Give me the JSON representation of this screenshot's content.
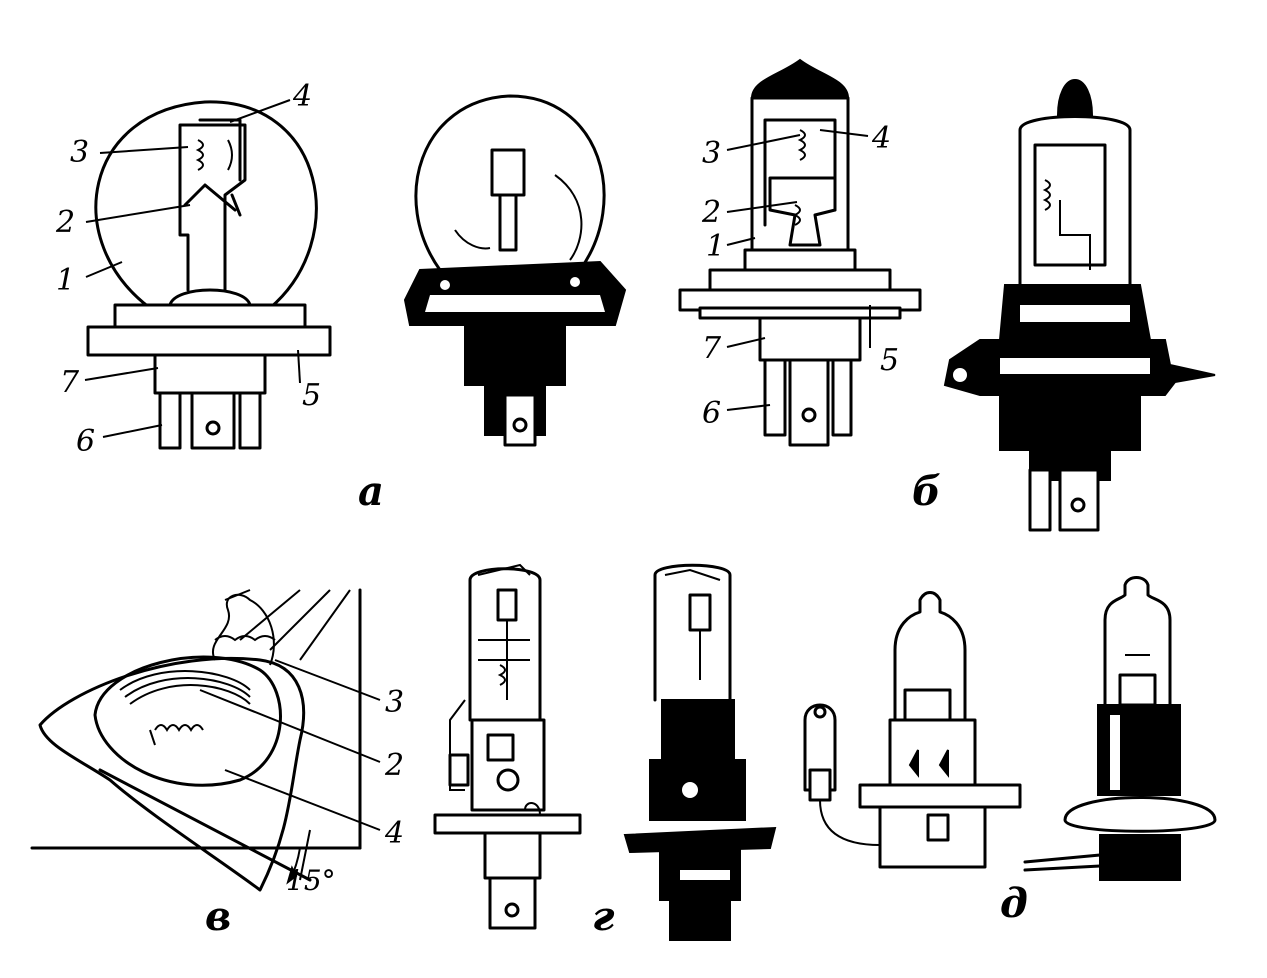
{
  "figure": {
    "subfigures": [
      {
        "id": "a",
        "caption": "а",
        "callouts": [
          "1",
          "2",
          "3",
          "4",
          "5",
          "6",
          "7"
        ]
      },
      {
        "id": "b",
        "caption": "б",
        "callouts": [
          "1",
          "2",
          "3",
          "4",
          "5",
          "6",
          "7"
        ]
      },
      {
        "id": "v",
        "caption": "в",
        "callouts": [
          "2",
          "3",
          "4"
        ],
        "angle": "15°"
      },
      {
        "id": "g",
        "caption": "г"
      },
      {
        "id": "d",
        "caption": "д"
      }
    ]
  }
}
